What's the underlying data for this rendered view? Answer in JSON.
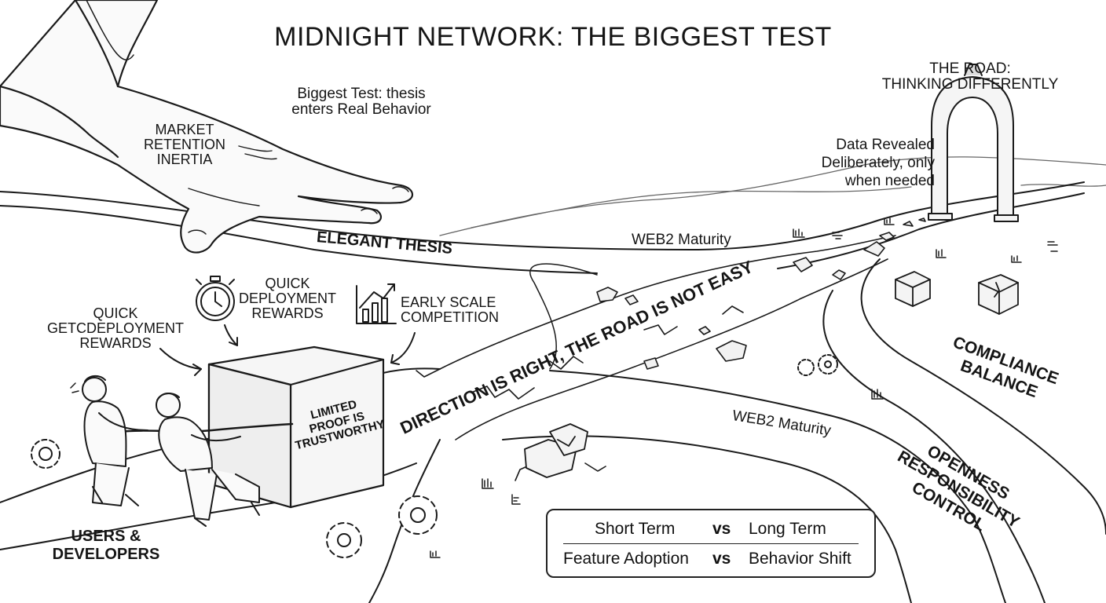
{
  "title": "MIDNIGHT NETWORK: THE BIGGEST TEST",
  "labels": {
    "biggest_test": [
      "Biggest Test: thesis",
      "enters Real Behavior"
    ],
    "market": [
      "MARKET",
      "RETENTION",
      "INERTIA"
    ],
    "road_thinking": [
      "THE ROAD:",
      "THINKING DIFFERENTLY"
    ],
    "data_revealed": [
      "Data Revealed",
      "Deliberately, only",
      "when needed"
    ],
    "elegant_thesis": "ELEGANT THESIS",
    "web2_top": "WEB2 Maturity",
    "web2_bottom": "WEB2 Maturity",
    "direction": "DIRECTION IS RIGHT, THE ROAD IS NOT EASY",
    "quick_deploy_left": [
      "QUICK",
      "GETCDEPLOYMENT",
      "REWARDS"
    ],
    "quick_deploy_top": [
      "QUICK",
      "DEPLOYMENT",
      "REWARDS"
    ],
    "early_scale": [
      "EARLY SCALE",
      "COMPETITION"
    ],
    "cube": [
      "LIMITED",
      "PROOF IS",
      "TRUSTWORTHY"
    ],
    "users_devs": [
      "USERS &",
      "DEVELOPERS"
    ],
    "compliance": [
      "COMPLIANCE",
      "BALANCE"
    ],
    "openness": [
      "OPENNESS",
      "RESPONSIBILITY",
      "CONTROL"
    ]
  },
  "comparison": {
    "rows": [
      {
        "left": "Short Term",
        "vs": "vs",
        "right": "Long Term"
      },
      {
        "left": "Feature Adoption",
        "vs": "vs",
        "right": "Behavior Shift"
      }
    ]
  },
  "icons": [
    "hand",
    "stopwatch-icon",
    "growth-chart-icon",
    "gear-icon",
    "archway",
    "cube",
    "rocks",
    "mini-bar-chart-icon"
  ]
}
